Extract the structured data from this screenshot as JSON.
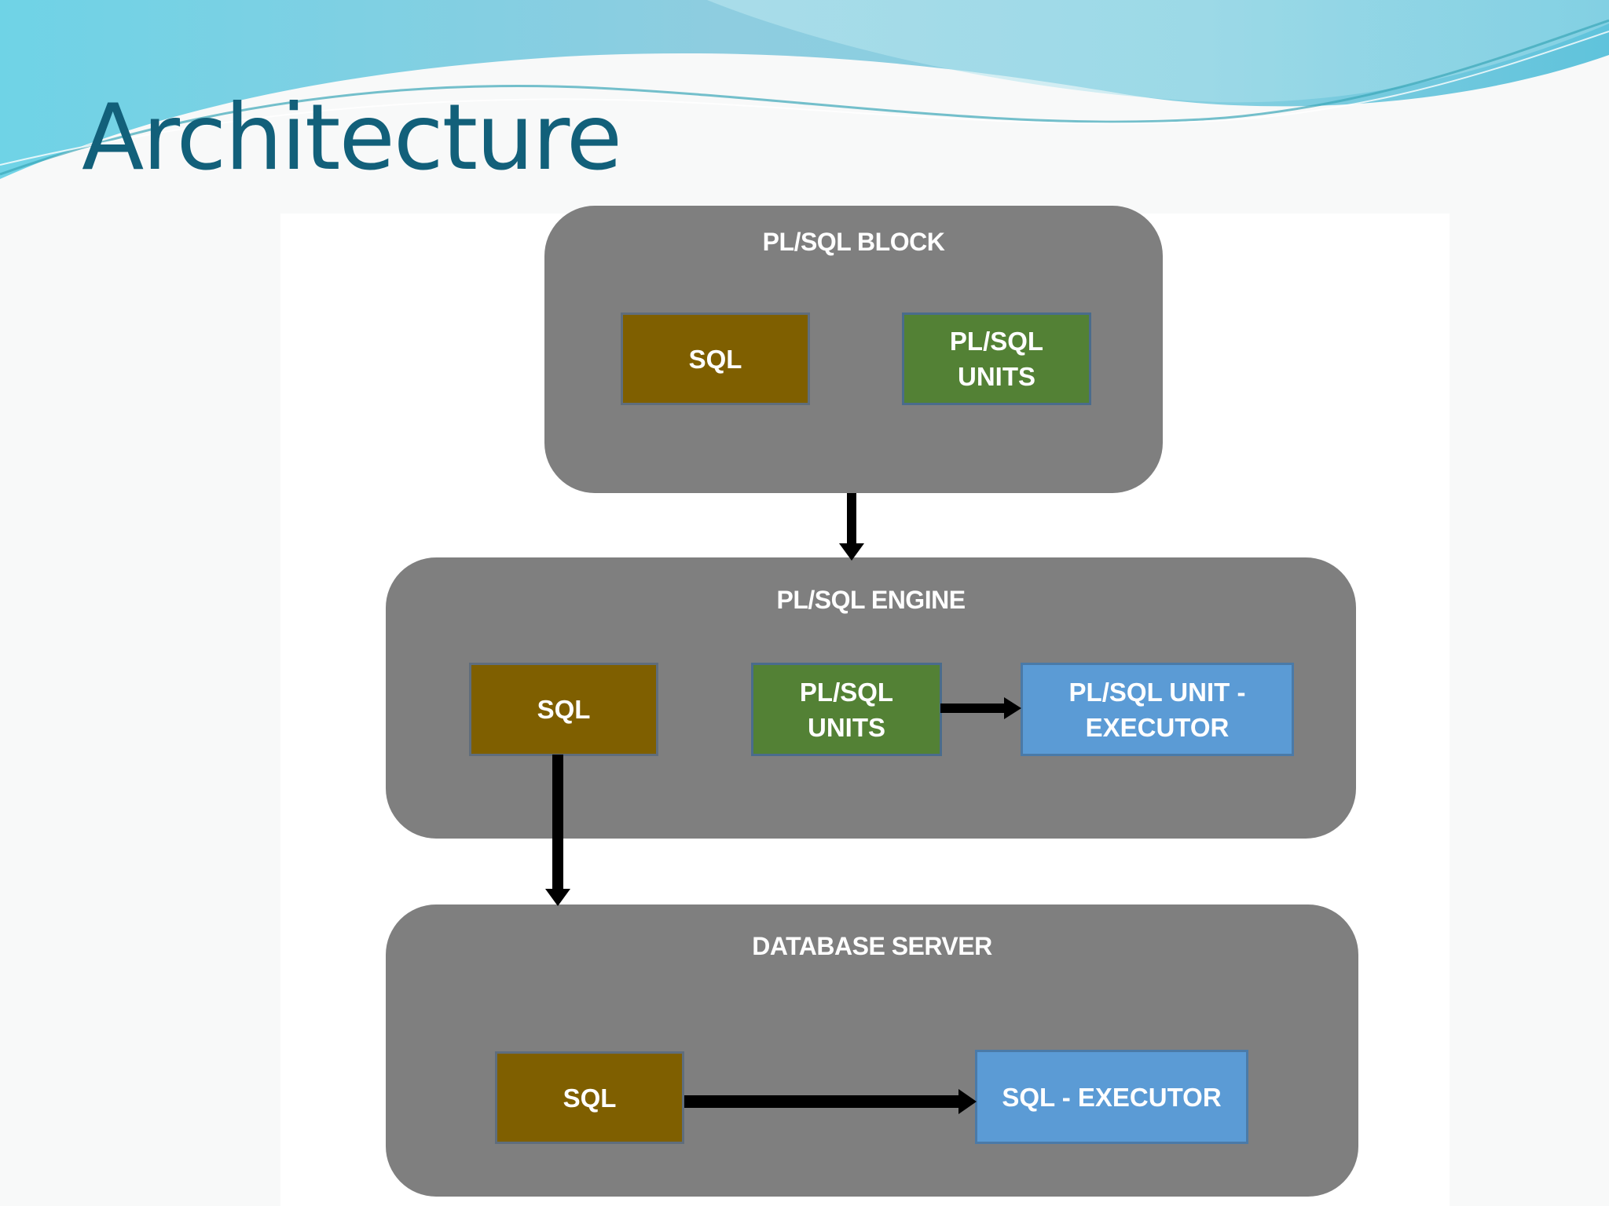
{
  "slide": {
    "title": "Architecture"
  },
  "colors": {
    "title": "#12607a",
    "group_fill": "#7f7f7f",
    "sql_box": "#7f5f00",
    "units_box": "#538135",
    "executor_box": "#5b9bd5",
    "arrow": "#000000"
  },
  "diagram": {
    "plsql_block": {
      "title": "PL/SQL BLOCK",
      "sql": "SQL",
      "units": "PL/SQL\nUNITS"
    },
    "plsql_engine": {
      "title": "PL/SQL ENGINE",
      "sql": "SQL",
      "units": "PL/SQL\nUNITS",
      "executor": "PL/SQL UNIT -\nEXECUTOR"
    },
    "database_server": {
      "title": "DATABASE SERVER",
      "sql": "SQL",
      "executor": "SQL - EXECUTOR"
    }
  }
}
